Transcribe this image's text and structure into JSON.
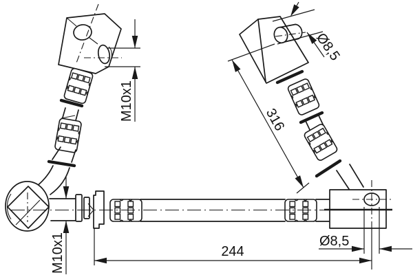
{
  "drawing": {
    "type": "technical-part-drawing",
    "subject": "brake hose with banjo and end fittings",
    "labels": {
      "thread_top": "M10x1",
      "thread_bottom": "M10x1",
      "diameter_top": "Ø8,5",
      "diameter_bottom": "Ø8,5",
      "length_diagonal": "316",
      "length_horizontal": "244"
    },
    "colors": {
      "line": "#1a1a1a",
      "background": "#ffffff"
    }
  }
}
